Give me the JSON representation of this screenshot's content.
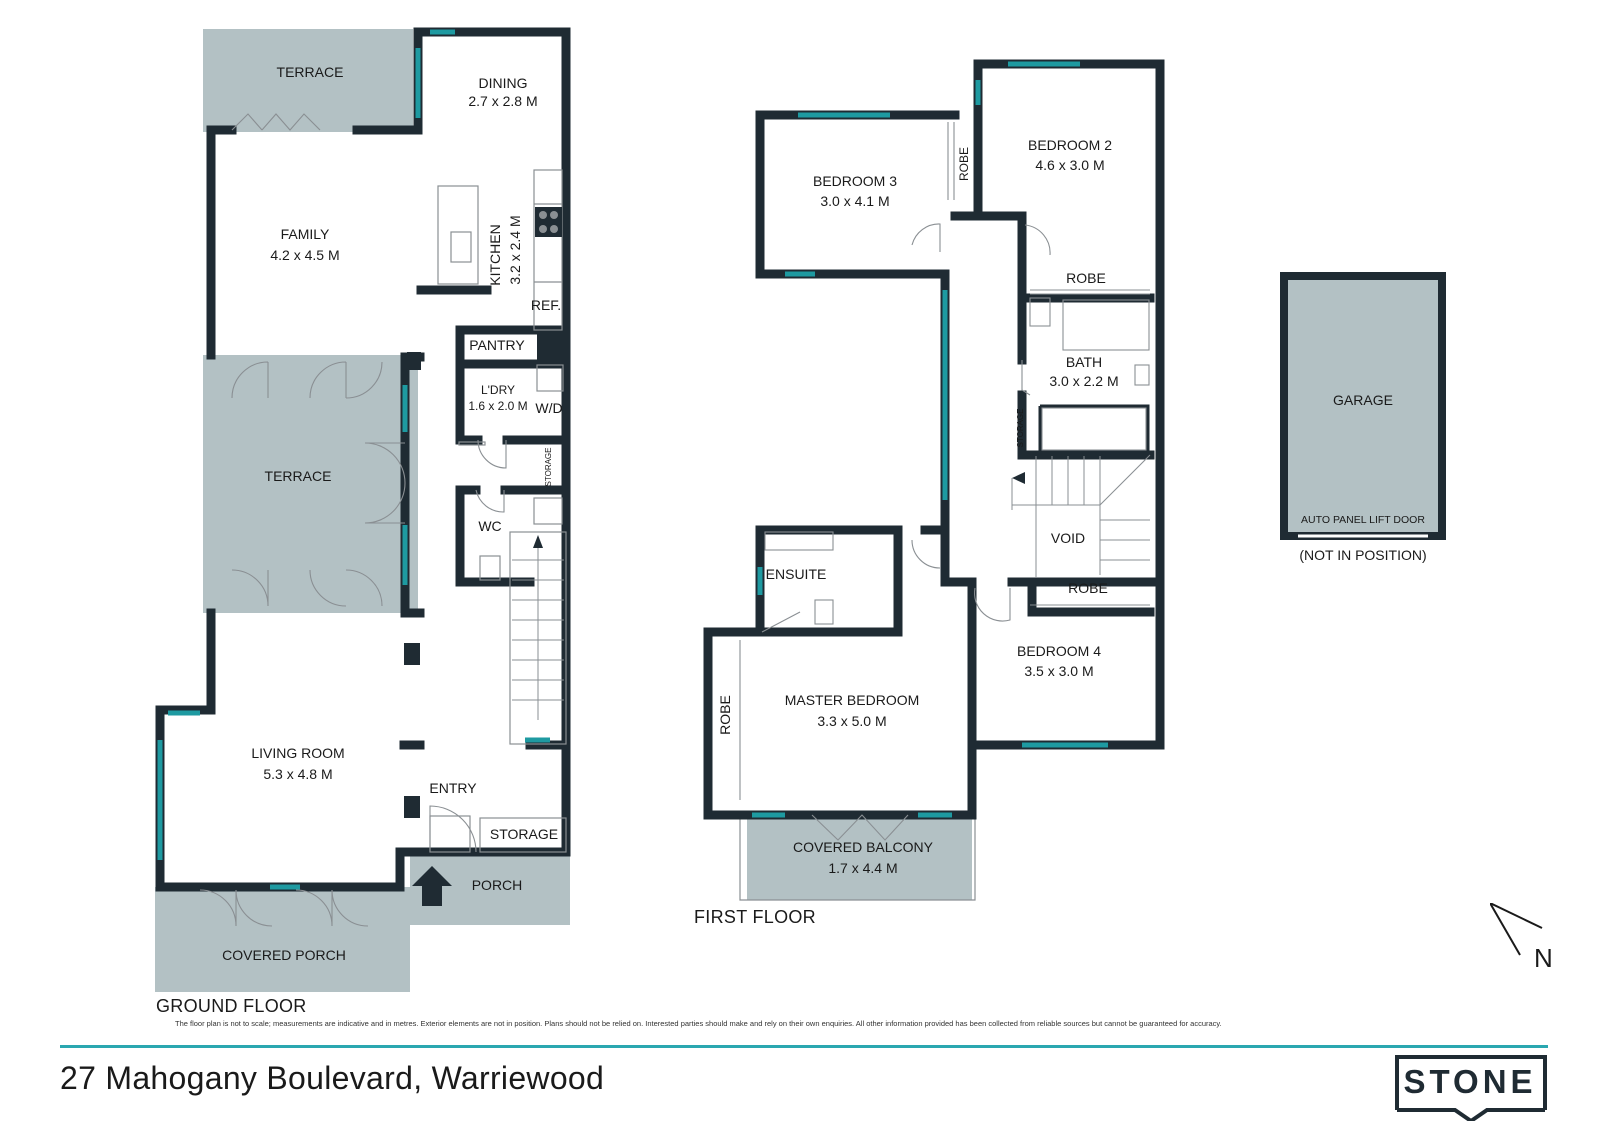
{
  "colors": {
    "wall": "#1f2b33",
    "outdoor": "#b3c1c4",
    "glass": "#1e9aa1",
    "fixture": "#8a8f93",
    "accent_rule": "#2aa7b0"
  },
  "ground_floor": {
    "title": "GROUND FLOOR",
    "rooms": {
      "terrace_top": "TERRACE",
      "dining_name": "DINING",
      "dining_dim": "2.7 x 2.8 M",
      "family_name": "FAMILY",
      "family_dim": "4.2 x 4.5 M",
      "kitchen_name": "KITCHEN",
      "kitchen_dim": "3.2 x 2.4 M",
      "ref": "REF.",
      "pantry": "PANTRY",
      "laundry_name": "L'DRY",
      "laundry_dim": "1.6 x 2.0 M",
      "wd": "W/D",
      "storage_small": "STORAGE",
      "terrace_mid": "TERRACE",
      "wc": "WC",
      "living_name": "LIVING ROOM",
      "living_dim": "5.3 x 4.8 M",
      "entry": "ENTRY",
      "storage": "STORAGE",
      "porch": "PORCH",
      "covered_porch": "COVERED PORCH"
    }
  },
  "first_floor": {
    "title": "FIRST FLOOR",
    "rooms": {
      "bed3_name": "BEDROOM 3",
      "bed3_dim": "3.0 x 4.1 M",
      "robe_b3": "ROBE",
      "bed2_name": "BEDROOM 2",
      "bed2_dim": "4.6 x 3.0 M",
      "robe_b2": "ROBE",
      "bath_name": "BATH",
      "bath_dim": "3.0 x 2.2 M",
      "storage": "STORAGE",
      "void": "VOID",
      "ensuite": "ENSUITE",
      "robe_b4": "ROBE",
      "bed4_name": "BEDROOM 4",
      "bed4_dim": "3.5 x 3.0 M",
      "robe_master": "ROBE",
      "master_name": "MASTER BEDROOM",
      "master_dim": "3.3 x 5.0 M",
      "balcony_name": "COVERED BALCONY",
      "balcony_dim": "1.7 x 4.4 M"
    }
  },
  "garage": {
    "name": "GARAGE",
    "door": "AUTO PANEL LIFT DOOR",
    "note": "(NOT IN POSITION)"
  },
  "compass": {
    "label": "N",
    "icon": "north-arrow-icon"
  },
  "disclaimer": "The floor plan is not to scale; measurements are indicative and in metres. Exterior elements are not in position. Plans should not be relied on. Interested parties should make and rely on their own enquiries. All other information provided has been collected from reliable sources but cannot be guaranteed for accuracy.",
  "address": "27 Mahogany Boulevard, Warriewood",
  "logo": "STONE"
}
